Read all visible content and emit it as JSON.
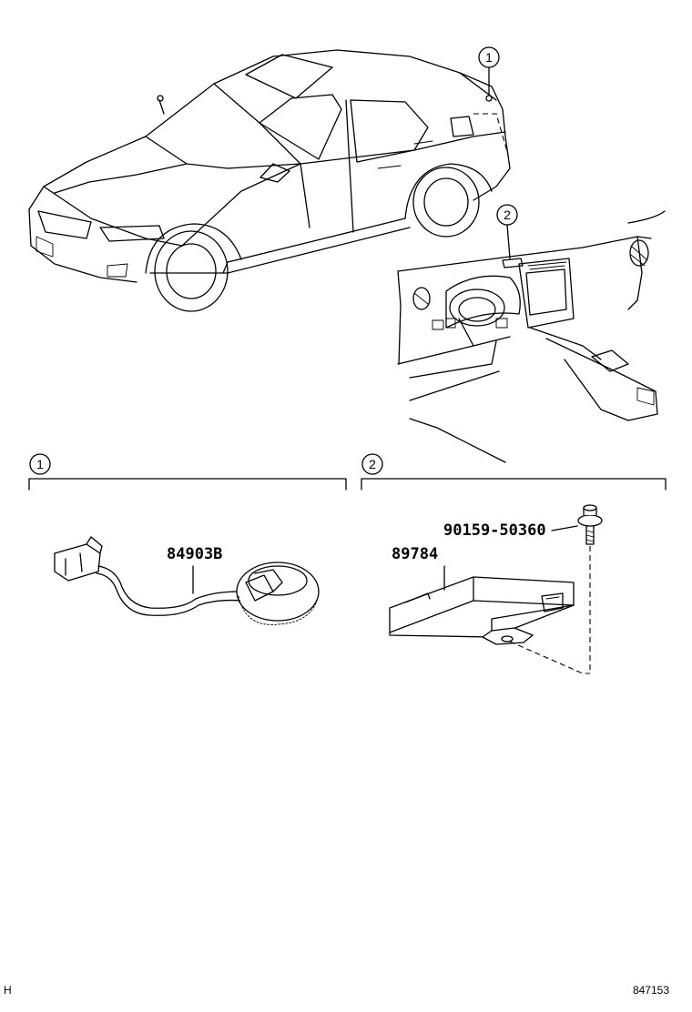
{
  "callouts": {
    "one": "1",
    "two": "2"
  },
  "sections": [
    {
      "callout": "1",
      "parts": [
        "84903B"
      ]
    },
    {
      "callout": "2",
      "parts": [
        "90159-50360",
        "89784"
      ]
    }
  ],
  "parts": {
    "antenna": "84903B",
    "bolt": "90159-50360",
    "ecu": "89784"
  },
  "footer": {
    "left_code": "H",
    "figure_number": "847153"
  }
}
